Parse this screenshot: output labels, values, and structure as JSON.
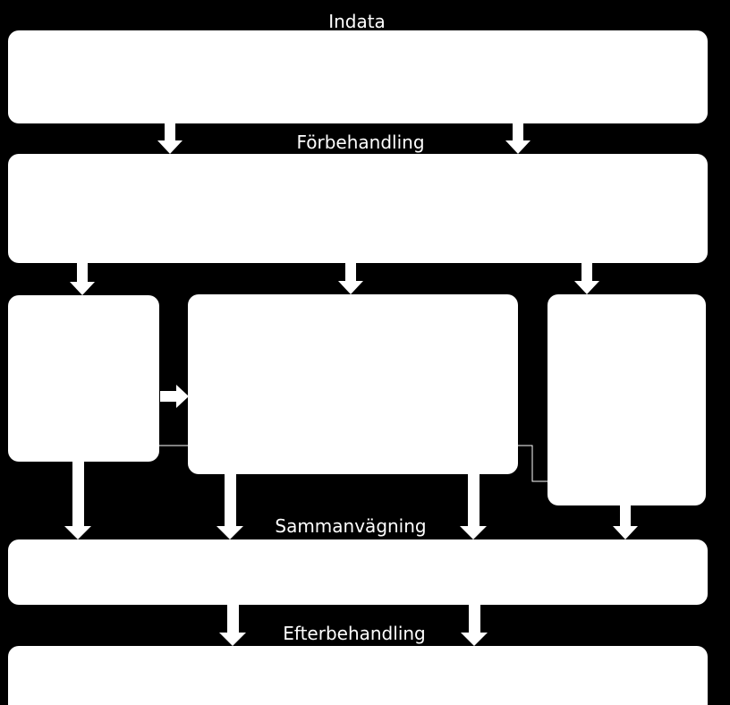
{
  "labels": {
    "indata": "Indata",
    "forbehandling": "Förbehandling",
    "sammanvagning": "Sammanvägning",
    "efterbehandling": "Efterbehandling"
  },
  "colors": {
    "background": "#000000",
    "box_fill": "#ffffff",
    "label_text": "#ffffff",
    "arrow_fill": "#ffffff",
    "connector_stroke": "#ffffff"
  }
}
